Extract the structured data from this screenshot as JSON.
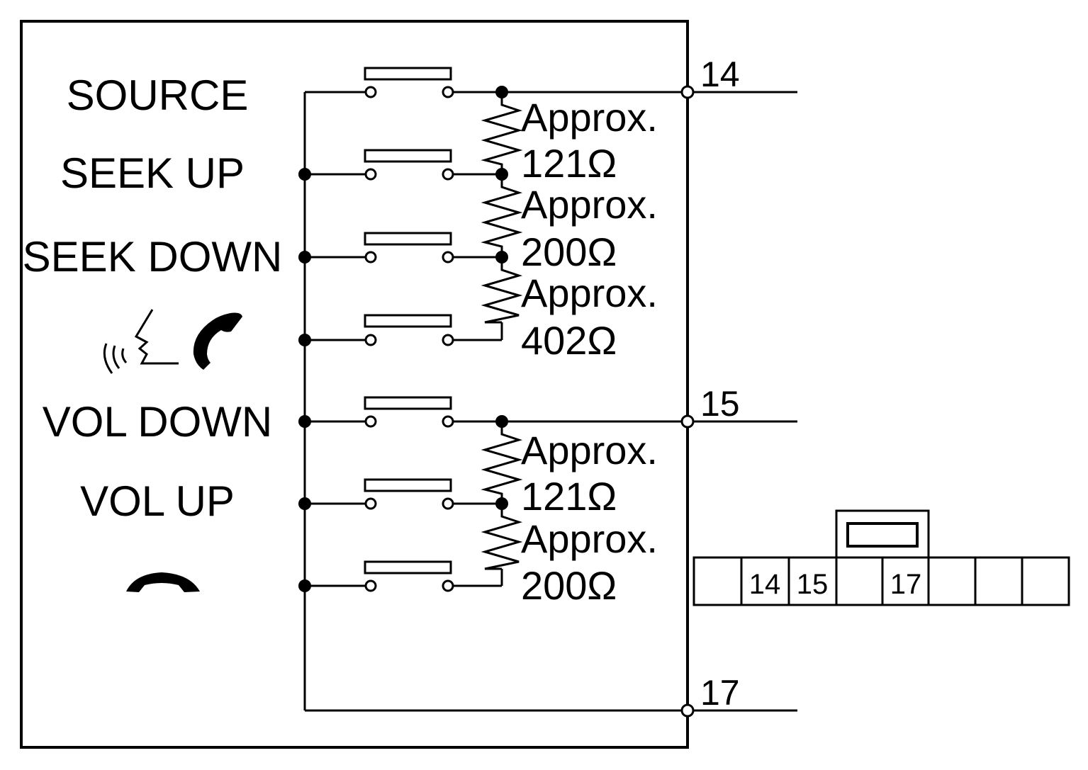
{
  "switches": [
    {
      "label": "SOURCE",
      "kind": "text"
    },
    {
      "label": "SEEK UP",
      "kind": "text"
    },
    {
      "label": "SEEK DOWN",
      "kind": "text"
    },
    {
      "label": "",
      "kind": "voice-phone-icon"
    },
    {
      "label": "VOL DOWN",
      "kind": "text"
    },
    {
      "label": "VOL UP",
      "kind": "text"
    },
    {
      "label": "",
      "kind": "hang-up-icon"
    }
  ],
  "resistors": [
    {
      "prefix": "Approx.",
      "value": "121Ω"
    },
    {
      "prefix": "Approx.",
      "value": "200Ω"
    },
    {
      "prefix": "Approx.",
      "value": "402Ω"
    },
    {
      "prefix": "Approx.",
      "value": "121Ω"
    },
    {
      "prefix": "Approx.",
      "value": "200Ω"
    }
  ],
  "terminals": [
    "14",
    "15",
    "17"
  ],
  "connector_cells": [
    "",
    "14",
    "15",
    "",
    "17",
    "",
    "",
    ""
  ]
}
